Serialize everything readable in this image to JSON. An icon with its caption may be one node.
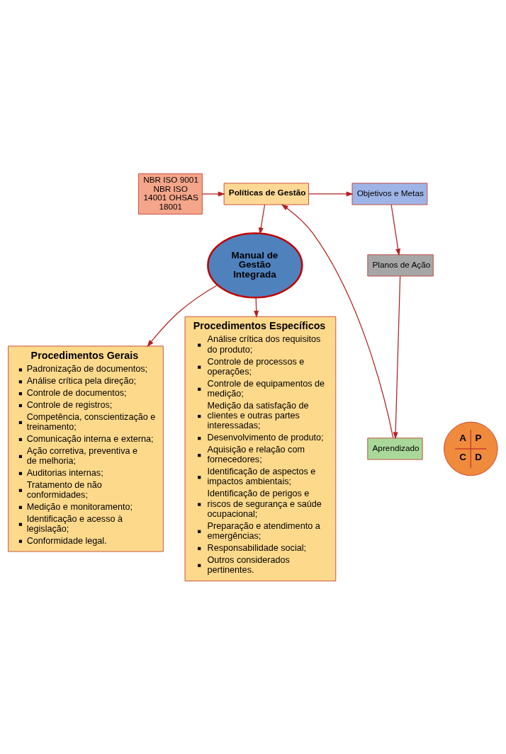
{
  "diagram": {
    "nodes": [
      {
        "text": [
          "NBR ISO 9001 NBR ISO 14001 OHSAS 18001"
        ]
      },
      {
        "text": [
          "Políticas de Gestão"
        ]
      },
      {
        "text": [
          "Objetivos e Metas"
        ]
      },
      {
        "text": [
          "Planos de Ação"
        ]
      },
      {
        "text": [
          "Aprendizado"
        ]
      },
      {
        "text": [
          "A",
          "P",
          "C",
          "D"
        ]
      },
      {
        "text": [
          "Manual de Gestão Integrada"
        ]
      },
      {
        "text": [
          "Procedimentos Gerais",
          "Padronização de documentos;",
          "Análise crítica pela direção;",
          "Controle de documentos;",
          "Controle de registros;",
          "Competência, conscientização e treinamento;",
          "Comunicação interna e externa;",
          "Ação corretiva, preventiva e de melhoria;",
          "Auditorias internas;",
          "Tratamento de não conformidades;",
          "Medição e monitoramento;",
          "Identificação e acesso à legislação;",
          "Conformidade legal."
        ]
      },
      {
        "text": [
          "Procedimentos Específicos",
          "Análise crítica dos requisitos do produto;",
          "Controle de processos e operações;",
          "Controle de equipamentos de medição;",
          "Medição da satisfação de clientes e outras partes interessadas;",
          "Desenvolvimento de produto;",
          "Aquisição e relação com fornecedores;",
          "Identificação de aspectos e impactos ambientais;",
          "Identificação de perigos e riscos de segurança e saúde ocupacional;",
          "Preparação e atendimento a emergências;",
          "Responsabilidade social;",
          "Outros considerados pertinentes."
        ]
      }
    ],
    "edges": [
      {
        "from": 0,
        "to": 1,
        "arrow": "to"
      },
      {
        "from": 1,
        "to": 2,
        "arrow": "to"
      },
      {
        "from": 2,
        "to": 3,
        "arrow": "to"
      },
      {
        "from": 3,
        "to": 4,
        "arrow": "to"
      },
      {
        "from": 4,
        "to": 1,
        "arrow": "to"
      },
      {
        "from": 1,
        "to": 6,
        "arrow": "to"
      },
      {
        "from": 6,
        "to": 7,
        "arrow": "to"
      },
      {
        "from": 6,
        "to": 8,
        "arrow": "to"
      }
    ]
  }
}
